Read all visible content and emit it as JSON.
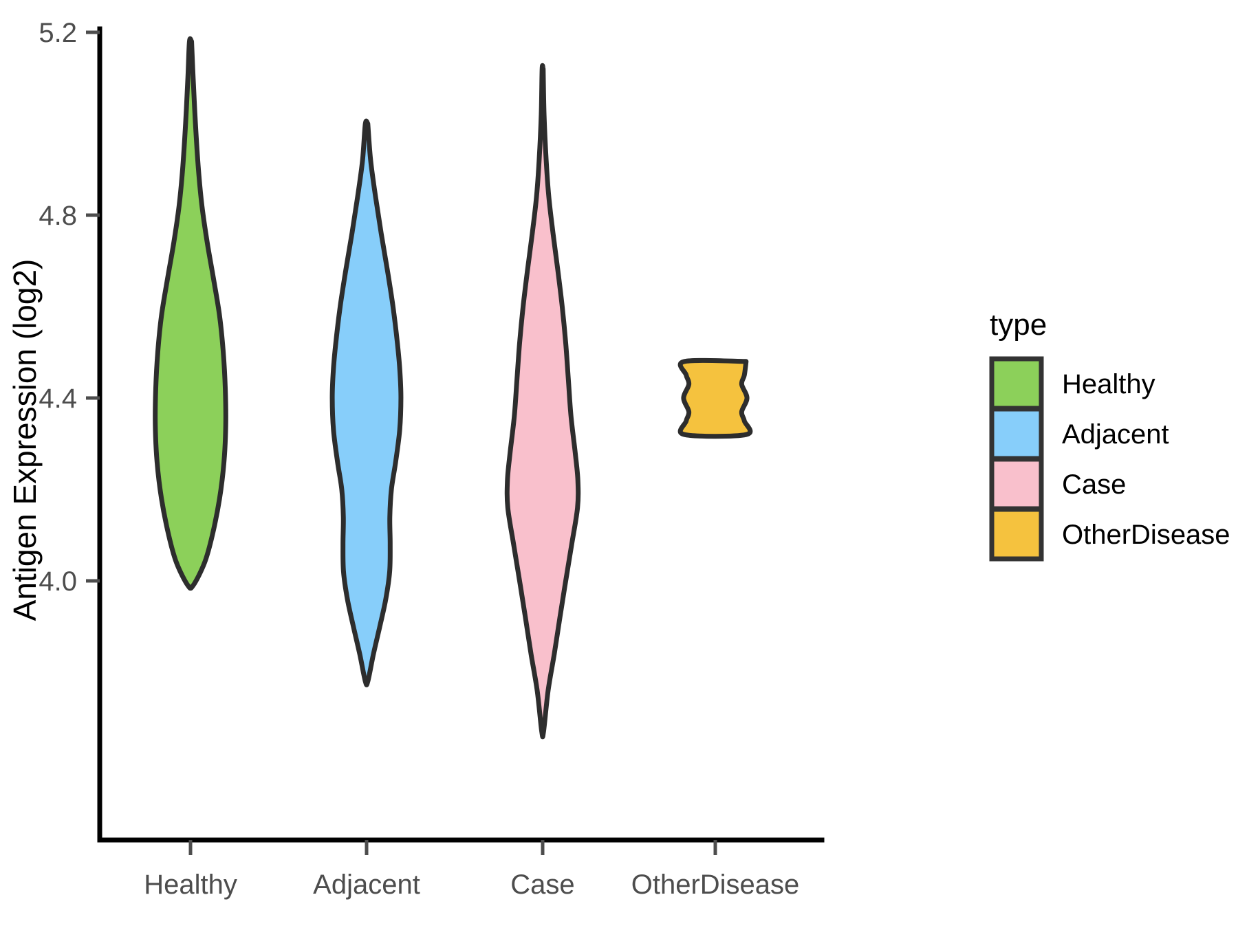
{
  "chart_data": {
    "type": "violin",
    "title": "",
    "xlabel": "",
    "ylabel": "Antigen Expression (log2)",
    "ylim": [
      3.72,
      5.23
    ],
    "grid": false,
    "categories": [
      "Healthy",
      "Adjacent",
      "Case",
      "OtherDisease"
    ],
    "y_ticks": [
      "4.0",
      "4.4",
      "4.8",
      "5.2"
    ],
    "y_tick_values": [
      4.0,
      4.4,
      4.8,
      5.2
    ],
    "legend": {
      "title": "type",
      "position": "right",
      "entries": [
        {
          "label": "Healthy",
          "color": "#8CD05A"
        },
        {
          "label": "Adjacent",
          "color": "#87CEFA"
        },
        {
          "label": "Case",
          "color": "#F9C0CC"
        },
        {
          "label": "OtherDisease",
          "color": "#F5C23E"
        }
      ]
    },
    "series": [
      {
        "name": "Healthy",
        "color": "#8CD05A",
        "min": 3.99,
        "max": 5.18,
        "mode": 4.53,
        "median": 4.52,
        "max_width": 0.4,
        "density": [
          {
            "y": 5.18,
            "w": 0.012
          },
          {
            "y": 5.1,
            "w": 0.03
          },
          {
            "y": 5.0,
            "w": 0.056
          },
          {
            "y": 4.9,
            "w": 0.09
          },
          {
            "y": 4.82,
            "w": 0.13
          },
          {
            "y": 4.74,
            "w": 0.19
          },
          {
            "y": 4.66,
            "w": 0.262
          },
          {
            "y": 4.58,
            "w": 0.33
          },
          {
            "y": 4.5,
            "w": 0.372
          },
          {
            "y": 4.42,
            "w": 0.395
          },
          {
            "y": 4.34,
            "w": 0.4
          },
          {
            "y": 4.26,
            "w": 0.38
          },
          {
            "y": 4.18,
            "w": 0.33
          },
          {
            "y": 4.1,
            "w": 0.248
          },
          {
            "y": 4.04,
            "w": 0.16
          },
          {
            "y": 3.99,
            "w": 0.03
          }
        ]
      },
      {
        "name": "Adjacent",
        "color": "#87CEFA",
        "min": 3.78,
        "max": 5.0,
        "mode": 4.4,
        "median": 4.39,
        "max_width": 0.39,
        "density": [
          {
            "y": 5.0,
            "w": 0.014
          },
          {
            "y": 4.92,
            "w": 0.046
          },
          {
            "y": 4.84,
            "w": 0.102
          },
          {
            "y": 4.76,
            "w": 0.166
          },
          {
            "y": 4.68,
            "w": 0.236
          },
          {
            "y": 4.6,
            "w": 0.3
          },
          {
            "y": 4.52,
            "w": 0.35
          },
          {
            "y": 4.46,
            "w": 0.378
          },
          {
            "y": 4.4,
            "w": 0.39
          },
          {
            "y": 4.33,
            "w": 0.376
          },
          {
            "y": 4.26,
            "w": 0.33
          },
          {
            "y": 4.2,
            "w": 0.282
          },
          {
            "y": 4.14,
            "w": 0.264
          },
          {
            "y": 4.08,
            "w": 0.268
          },
          {
            "y": 4.02,
            "w": 0.262
          },
          {
            "y": 3.96,
            "w": 0.218
          },
          {
            "y": 3.9,
            "w": 0.15
          },
          {
            "y": 3.84,
            "w": 0.078
          },
          {
            "y": 3.78,
            "w": 0.014
          }
        ]
      },
      {
        "name": "Case",
        "color": "#F9C0CC",
        "min": 3.67,
        "max": 5.12,
        "mode": 4.22,
        "median": 4.23,
        "max_width": 0.4,
        "density": [
          {
            "y": 5.12,
            "w": 0.006
          },
          {
            "y": 5.02,
            "w": 0.016
          },
          {
            "y": 4.92,
            "w": 0.04
          },
          {
            "y": 4.84,
            "w": 0.07
          },
          {
            "y": 4.76,
            "w": 0.118
          },
          {
            "y": 4.68,
            "w": 0.172
          },
          {
            "y": 4.6,
            "w": 0.222
          },
          {
            "y": 4.52,
            "w": 0.262
          },
          {
            "y": 4.44,
            "w": 0.292
          },
          {
            "y": 4.36,
            "w": 0.322
          },
          {
            "y": 4.28,
            "w": 0.37
          },
          {
            "y": 4.22,
            "w": 0.4
          },
          {
            "y": 4.16,
            "w": 0.396
          },
          {
            "y": 4.08,
            "w": 0.33
          },
          {
            "y": 4.0,
            "w": 0.262
          },
          {
            "y": 3.92,
            "w": 0.196
          },
          {
            "y": 3.84,
            "w": 0.132
          },
          {
            "y": 3.76,
            "w": 0.062
          },
          {
            "y": 3.67,
            "w": 0.01
          }
        ]
      },
      {
        "name": "OtherDisease",
        "color": "#F5C23E",
        "min": 4.32,
        "max": 4.48,
        "mode": 4.4,
        "median": 4.4,
        "max_width": 0.36,
        "density": [
          {
            "y": 4.48,
            "w": 0.35
          },
          {
            "y": 4.45,
            "w": 0.33
          },
          {
            "y": 4.43,
            "w": 0.3
          },
          {
            "y": 4.4,
            "w": 0.36
          },
          {
            "y": 4.37,
            "w": 0.3
          },
          {
            "y": 4.35,
            "w": 0.33
          },
          {
            "y": 4.32,
            "w": 0.35
          }
        ]
      }
    ]
  }
}
